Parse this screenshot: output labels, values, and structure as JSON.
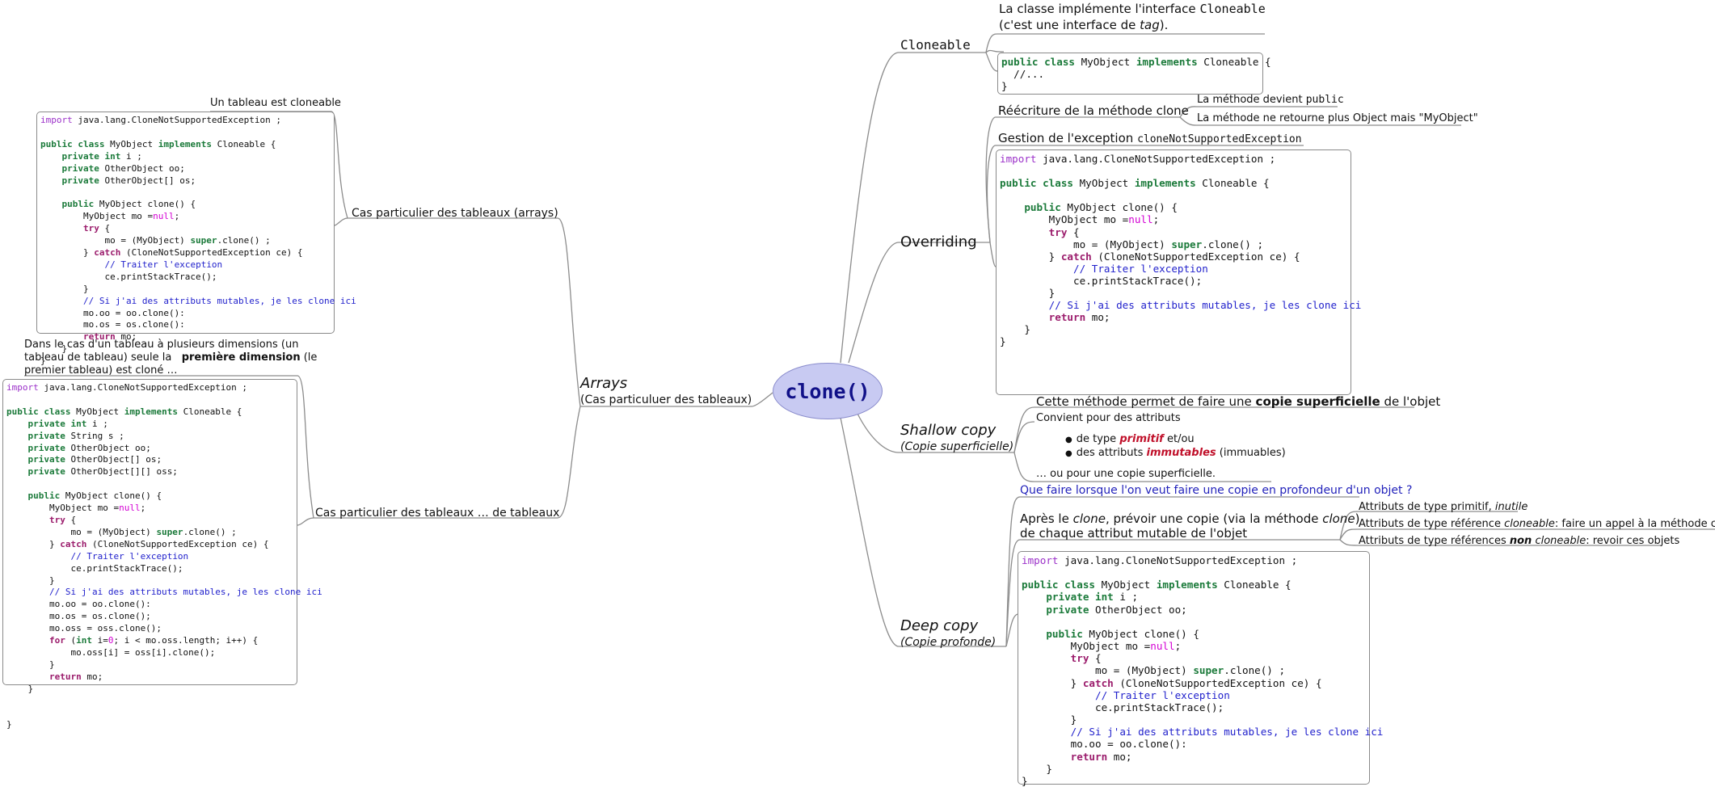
{
  "root": {
    "label": "clone()"
  },
  "colors": {
    "root_fill": "#c8caf2",
    "keyword": "#1b7a3a",
    "comment": "#2222cc",
    "null_literal": "#d400d4",
    "emphasis": "#c0102a",
    "link": "#2222bb"
  },
  "arrays": {
    "title": "Arrays",
    "subtitle": "(Cas particuluer des tableaux)",
    "arrays_case": {
      "label": "Cas particulier des tableaux (arrays)",
      "note": "Un tableau est cloneable"
    },
    "nested_case": {
      "label": "Cas particulier des tableaux … de tableaux",
      "note_line1": "Dans le cas d'un tableau à plusieurs dimensions (un",
      "note_line2_pre": "tableau de tableau) seule la",
      "note_line2_bold": "première dimension",
      "note_line2_post": "(le",
      "note_line3": "premier tableau) est cloné …"
    }
  },
  "cloneable": {
    "title": "Cloneable",
    "desc_line1_pre": "La classe implémente l'interface",
    "desc_line1_mono": "Cloneable",
    "desc_line2_pre": "(c'est une interface de",
    "desc_line2_it": "tag",
    "desc_line2_post": ")."
  },
  "overriding": {
    "title": "Overriding",
    "rewrite": {
      "label": "Réécriture de la méthode clone",
      "item1_pre": "La méthode devient",
      "item1_mono": "public",
      "item2": "La méthode ne retourne plus Object mais \"MyObject\""
    },
    "exception": {
      "label_pre": "Gestion de l'exception",
      "label_mono": "cloneNotSupportedException"
    }
  },
  "shallow": {
    "title": "Shallow copy",
    "subtitle": "(Copie superficielle)",
    "desc_pre": "Cette méthode permet de faire une",
    "desc_bold": "copie superficielle",
    "desc_post": "de l'objet",
    "suits": "Convient pour des attributs",
    "bullet1_pre": "de type",
    "bullet1_em": "primitif",
    "bullet1_post": "et/ou",
    "bullet2_pre": "des attributs",
    "bullet2_em": "immutables",
    "bullet2_post": "(immuables)",
    "or": "… ou pour une copie superficielle."
  },
  "deep": {
    "title": "Deep copy",
    "subtitle": "(Copie profonde)",
    "question": "Que faire lorsque l'on veut faire une copie en profondeur d'un objet ?",
    "after_line1_a": "Après le",
    "after_line1_b": "clone",
    "after_line1_c": ", prévoir une copie (via la méthode",
    "after_line1_d": "clone",
    "after_line1_e": ")",
    "after_line2": "de chaque attribut mutable de l'objet",
    "attr1_pre": "Attributs de type primitif,",
    "attr1_it": "inutile",
    "attr2_pre": "Attributs de type référence",
    "attr2_it": "cloneable",
    "attr2_post": ": faire un appel à la méthode clone",
    "attr3_pre": "Attributs de type références",
    "attr3_bold": "non",
    "attr3_it": "cloneable",
    "attr3_post": ": revoir ces objets"
  },
  "code_snippets": {
    "cloneable": [
      "public class MyObject implements Cloneable {",
      "  //...",
      "}"
    ],
    "arrays": [
      "import java.lang.CloneNotSupportedException ;",
      "",
      "public class MyObject implements Cloneable {",
      "    private int i ;",
      "    private OtherObject oo;",
      "    private OtherObject[] os;",
      "",
      "    public MyObject clone() {",
      "        MyObject mo =null;",
      "        try {",
      "            mo = (MyObject) super.clone() ;",
      "        } catch (CloneNotSupportedException ce) {",
      "            // Traiter l'exception",
      "            ce.printStackTrace();",
      "        }",
      "        // Si j'ai des attributs mutables, je les clone ici",
      "        mo.oo = oo.clone():",
      "        mo.os = os.clone():",
      "        return mo;",
      "    }",
      "}"
    ],
    "nested": [
      "import java.lang.CloneNotSupportedException ;",
      "",
      "public class MyObject implements Cloneable {",
      "    private int i ;",
      "    private String s ;",
      "    private OtherObject oo;",
      "    private OtherObject[] os;",
      "    private OtherObject[][] oss;",
      "",
      "    public MyObject clone() {",
      "        MyObject mo =null;",
      "        try {",
      "            mo = (MyObject) super.clone() ;",
      "        } catch (CloneNotSupportedException ce) {",
      "            // Traiter l'exception",
      "            ce.printStackTrace();",
      "        }",
      "        // Si j'ai des attributs mutables, je les clone ici",
      "        mo.oo = oo.clone():",
      "        mo.os = os.clone();",
      "        mo.oss = oss.clone();",
      "        for (int i=0; i < mo.oss.length; i++) {",
      "            mo.oss[i] = oss[i].clone();",
      "        }",
      "        return mo;",
      "    }",
      "",
      "",
      "}"
    ],
    "overriding": [
      "",
      "import java.lang.CloneNotSupportedException ;",
      "",
      "public class MyObject implements Cloneable {",
      "",
      "    public MyObject clone() {",
      "        MyObject mo =null;",
      "        try {",
      "            mo = (MyObject) super.clone() ;",
      "        } catch (CloneNotSupportedException ce) {",
      "            // Traiter l'exception",
      "            ce.printStackTrace();",
      "        }",
      "        // Si j'ai des attributs mutables, je les clone ici",
      "        return mo;",
      "    }",
      "}"
    ],
    "deep": [
      "import java.lang.CloneNotSupportedException ;",
      "",
      "public class MyObject implements Cloneable {",
      "    private int i ;",
      "    private OtherObject oo;",
      "",
      "    public MyObject clone() {",
      "        MyObject mo =null;",
      "        try {",
      "            mo = (MyObject) super.clone() ;",
      "        } catch (CloneNotSupportedException ce) {",
      "            // Traiter l'exception",
      "            ce.printStackTrace();",
      "        }",
      "        // Si j'ai des attributs mutables, je les clone ici",
      "        mo.oo = oo.clone():",
      "        return mo;",
      "    }",
      "}"
    ]
  }
}
